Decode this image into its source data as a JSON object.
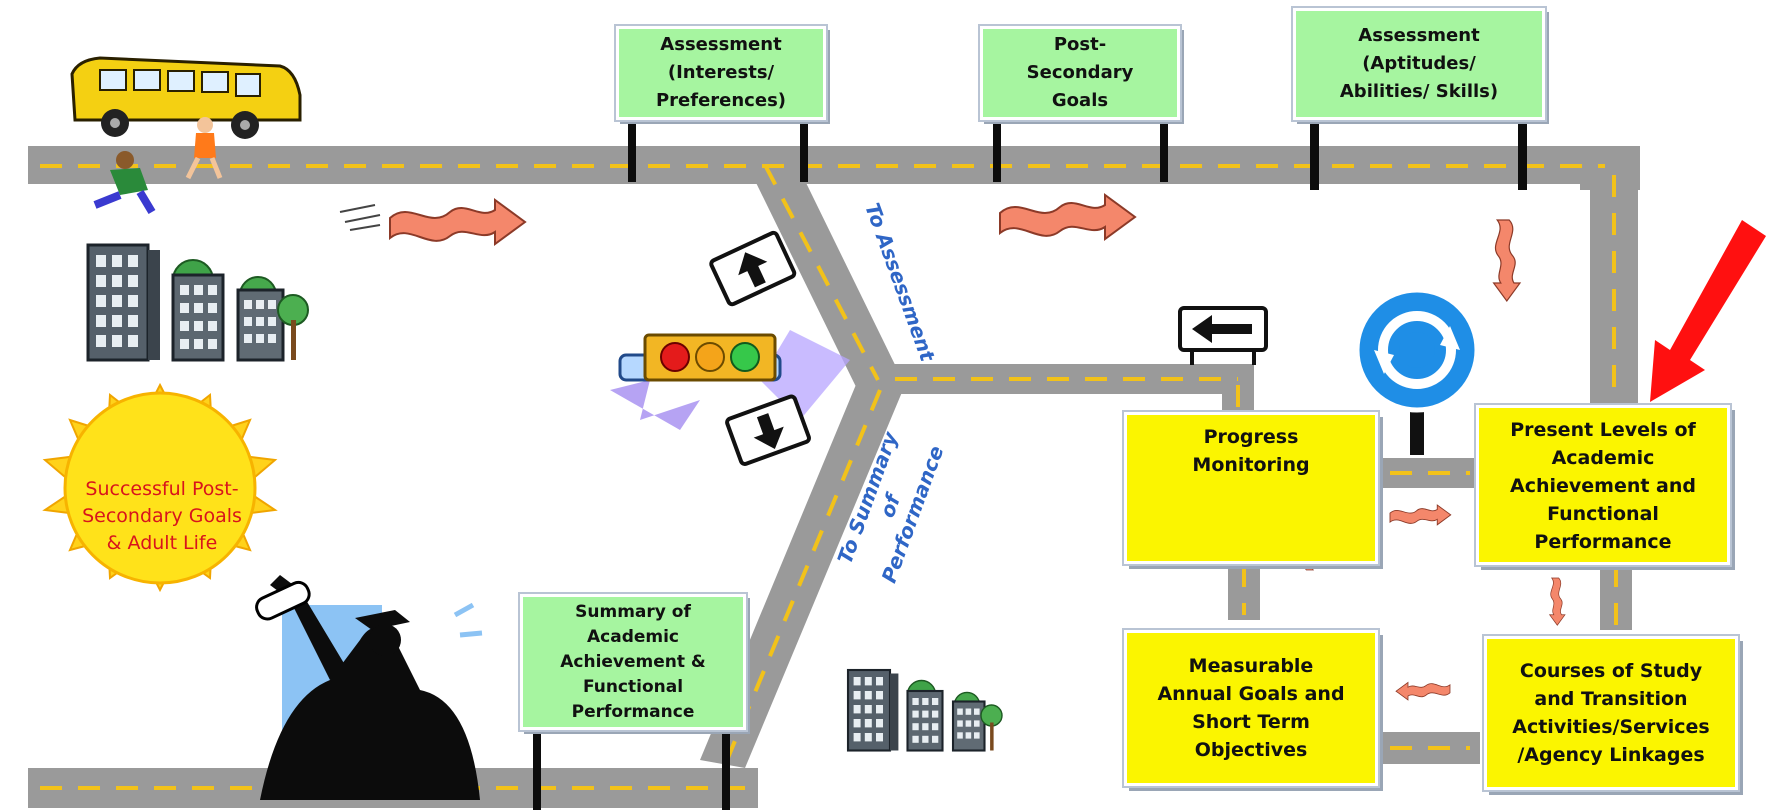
{
  "signs": {
    "assessment_interests": "Assessment\n(Interests/\nPreferences)",
    "postsecondary_goals": "Post-\nSecondary\nGoals",
    "assessment_aptitudes": "Assessment\n(Aptitudes/\nAbilities/ Skills)",
    "summary_performance": "Summary of\nAcademic\nAchievement &\nFunctional\nPerformance"
  },
  "boxes": {
    "present_levels": "Present Levels of\nAcademic\nAchievement and\nFunctional\nPerformance",
    "progress_monitoring": "Progress\nMonitoring",
    "courses_of_study": "Courses of Study\nand Transition\nActivities/Services\n/Agency Linkages",
    "annual_goals": "Measurable\nAnnual Goals and\nShort Term\nObjectives"
  },
  "sun_text": "Successful Post-\nSecondary Goals\n& Adult Life",
  "road_labels": {
    "to_assessment": "To Assessment",
    "to_summary": "To Summary\nof Performance"
  },
  "colors": {
    "road": "#9a9a9a",
    "lane_marking": "#f2c21a",
    "sign_green": "#a6f5a0",
    "box_yellow": "#fbf500",
    "arrow_salmon": "#f4876b",
    "red_pointer": "#ff1010",
    "roundabout_blue": "#1f8ee6"
  },
  "icons": [
    "school-bus-icon",
    "running-children-icon",
    "city-buildings-icon",
    "sun-icon",
    "graduate-icon",
    "traffic-light-icon",
    "up-arrow-sign-icon",
    "down-arrow-sign-icon",
    "left-arrow-sign-icon",
    "roundabout-sign-icon",
    "red-pointer-arrow-icon"
  ]
}
